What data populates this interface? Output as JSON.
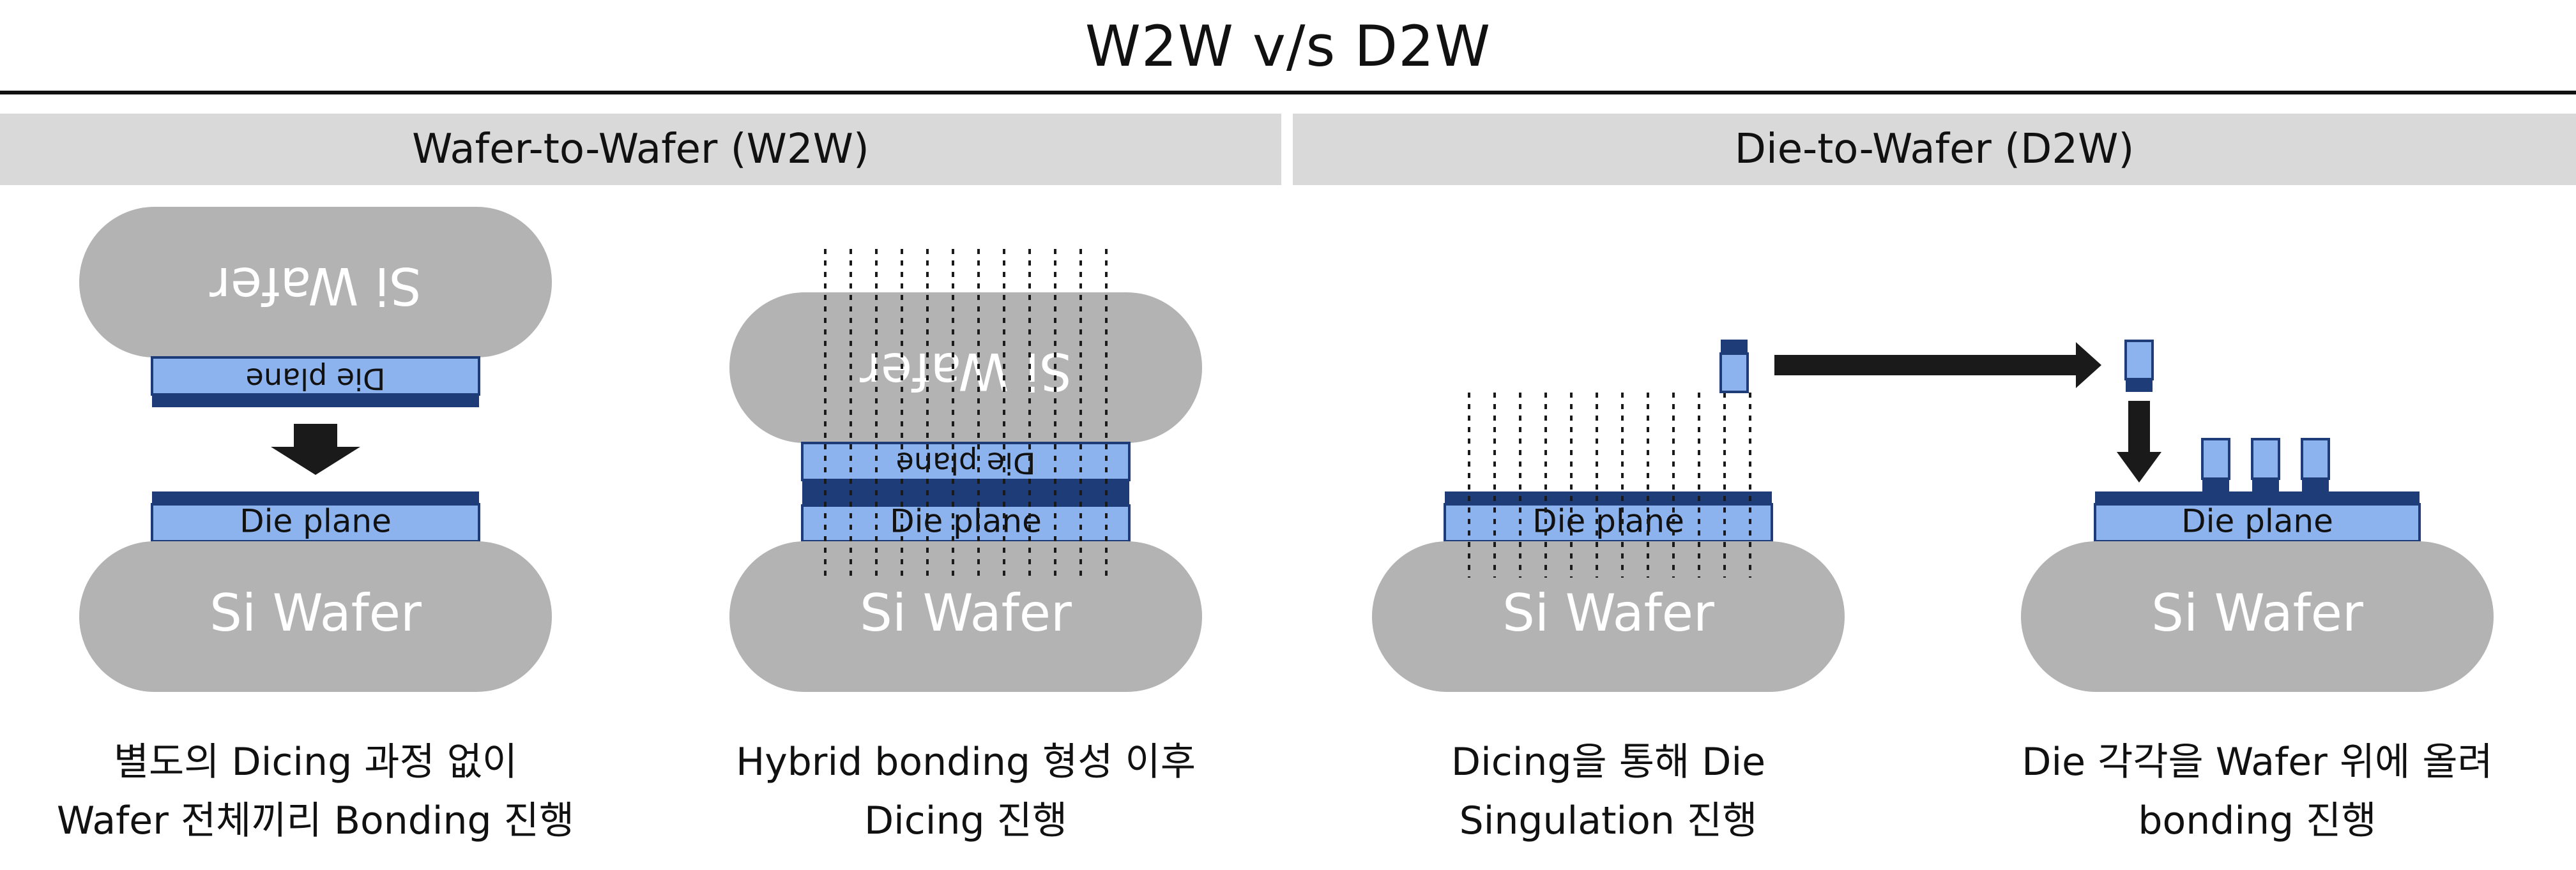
{
  "title": "W2W v/s D2W",
  "sections": [
    {
      "label": "Wafer-to-Wafer (W2W)"
    },
    {
      "label": "Die-to-Wafer (D2W)"
    }
  ],
  "labels": {
    "si_wafer": "Si Wafer",
    "die_plane": "Die plane"
  },
  "captions": [
    {
      "line1": "별도의 Dicing 과정 없이",
      "line2": "Wafer 전체끼리 Bonding 진행"
    },
    {
      "line1": "Hybrid bonding 형성 이후",
      "line2": "Dicing 진행"
    },
    {
      "line1": "Dicing을 통해 Die",
      "line2": "Singulation 진행"
    },
    {
      "line1": "Die 각각을 Wafer 위에 올려",
      "line2": "bonding 진행"
    }
  ],
  "colors": {
    "wafer": "#b3b3b3",
    "die_fill": "#8db3ee",
    "bond_layer": "#1d3c78",
    "arrow": "#1a1a1a",
    "section_bar": "#d9d9d9"
  }
}
